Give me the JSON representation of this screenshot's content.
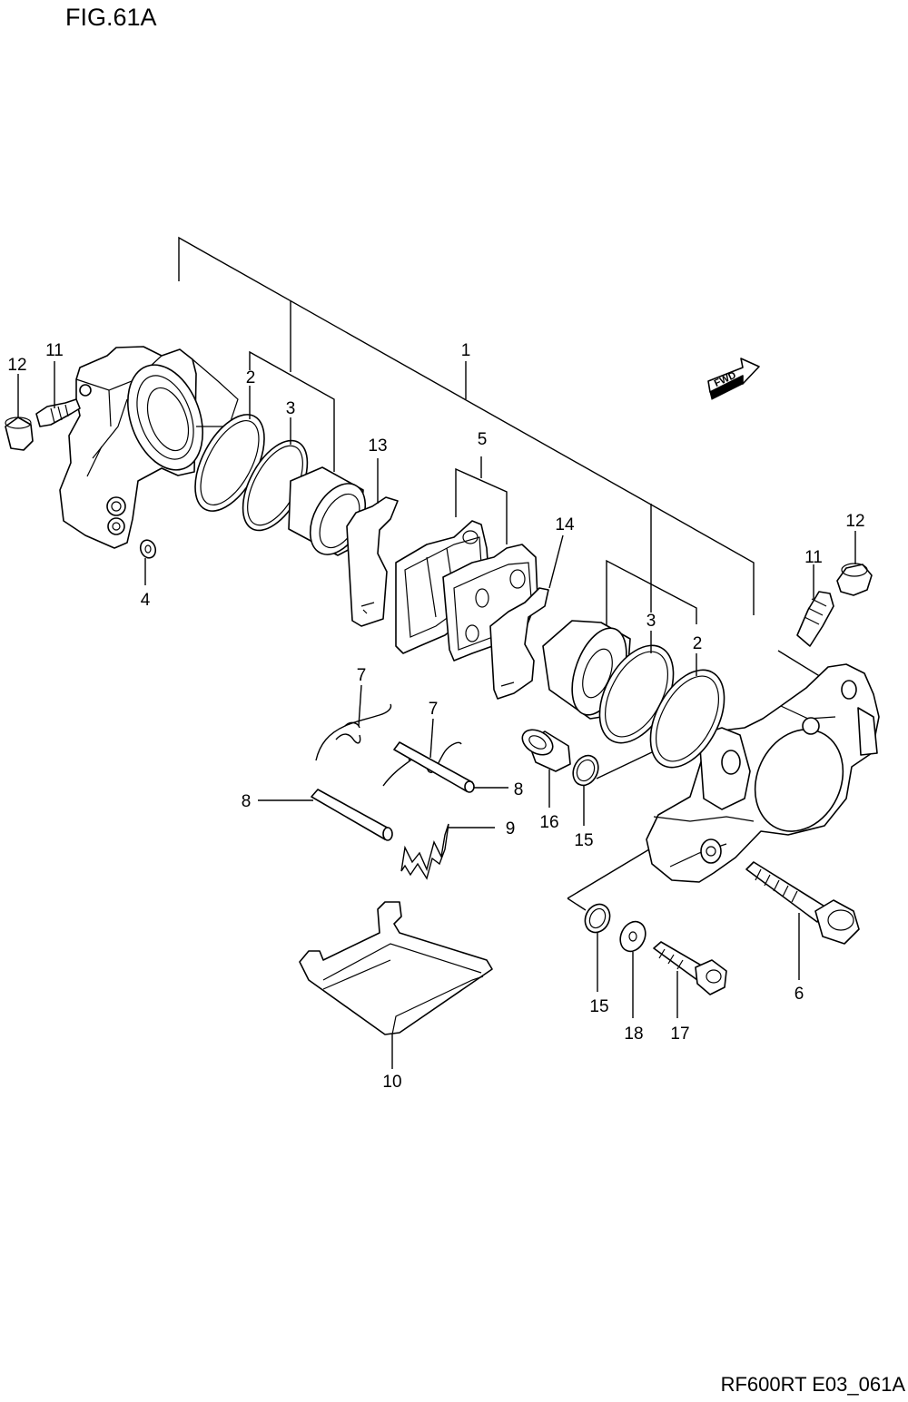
{
  "figure_title": "FIG.61A",
  "footer_code": "RF600RT E03_061A",
  "fwd_label": "FWD",
  "callouts": {
    "c1": "1",
    "c2a": "2",
    "c2b": "2",
    "c3a": "3",
    "c3b": "3",
    "c4": "4",
    "c5": "5",
    "c6": "6",
    "c7a": "7",
    "c7b": "7",
    "c8a": "8",
    "c8b": "8",
    "c9": "9",
    "c10": "10",
    "c11a": "11",
    "c11b": "11",
    "c12a": "12",
    "c12b": "12",
    "c13": "13",
    "c14": "14",
    "c15a": "15",
    "c15b": "15",
    "c16": "16",
    "c17": "17",
    "c18": "18"
  }
}
